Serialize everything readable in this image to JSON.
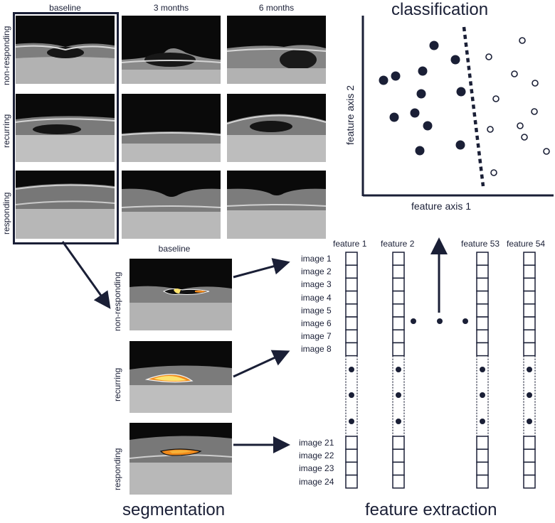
{
  "top_grid": {
    "columns": [
      "baseline",
      "3 months",
      "6 months"
    ],
    "rows": [
      "non-responding",
      "recurring",
      "responding"
    ]
  },
  "segmentation": {
    "column": "baseline",
    "rows": [
      "non-responding",
      "recurring",
      "responding"
    ],
    "title": "segmentation",
    "colors": {
      "fluid_core": "#ffe36e",
      "fluid_edge": "#f08a1c"
    }
  },
  "feature_extraction": {
    "title": "feature extraction",
    "features": [
      "feature 1",
      "feature 2",
      "feature 53",
      "feature 54"
    ],
    "images_top": [
      "image 1",
      "image 2",
      "image 3",
      "image 4",
      "image 5",
      "image 6",
      "image 7",
      "image 8"
    ],
    "images_bottom": [
      "image 21",
      "image 22",
      "image 23",
      "image 24"
    ]
  },
  "classification": {
    "title": "classification",
    "xlabel": "feature axis 1",
    "ylabel": "feature axis 2"
  },
  "colors": {
    "navy": "#1a1f36"
  }
}
